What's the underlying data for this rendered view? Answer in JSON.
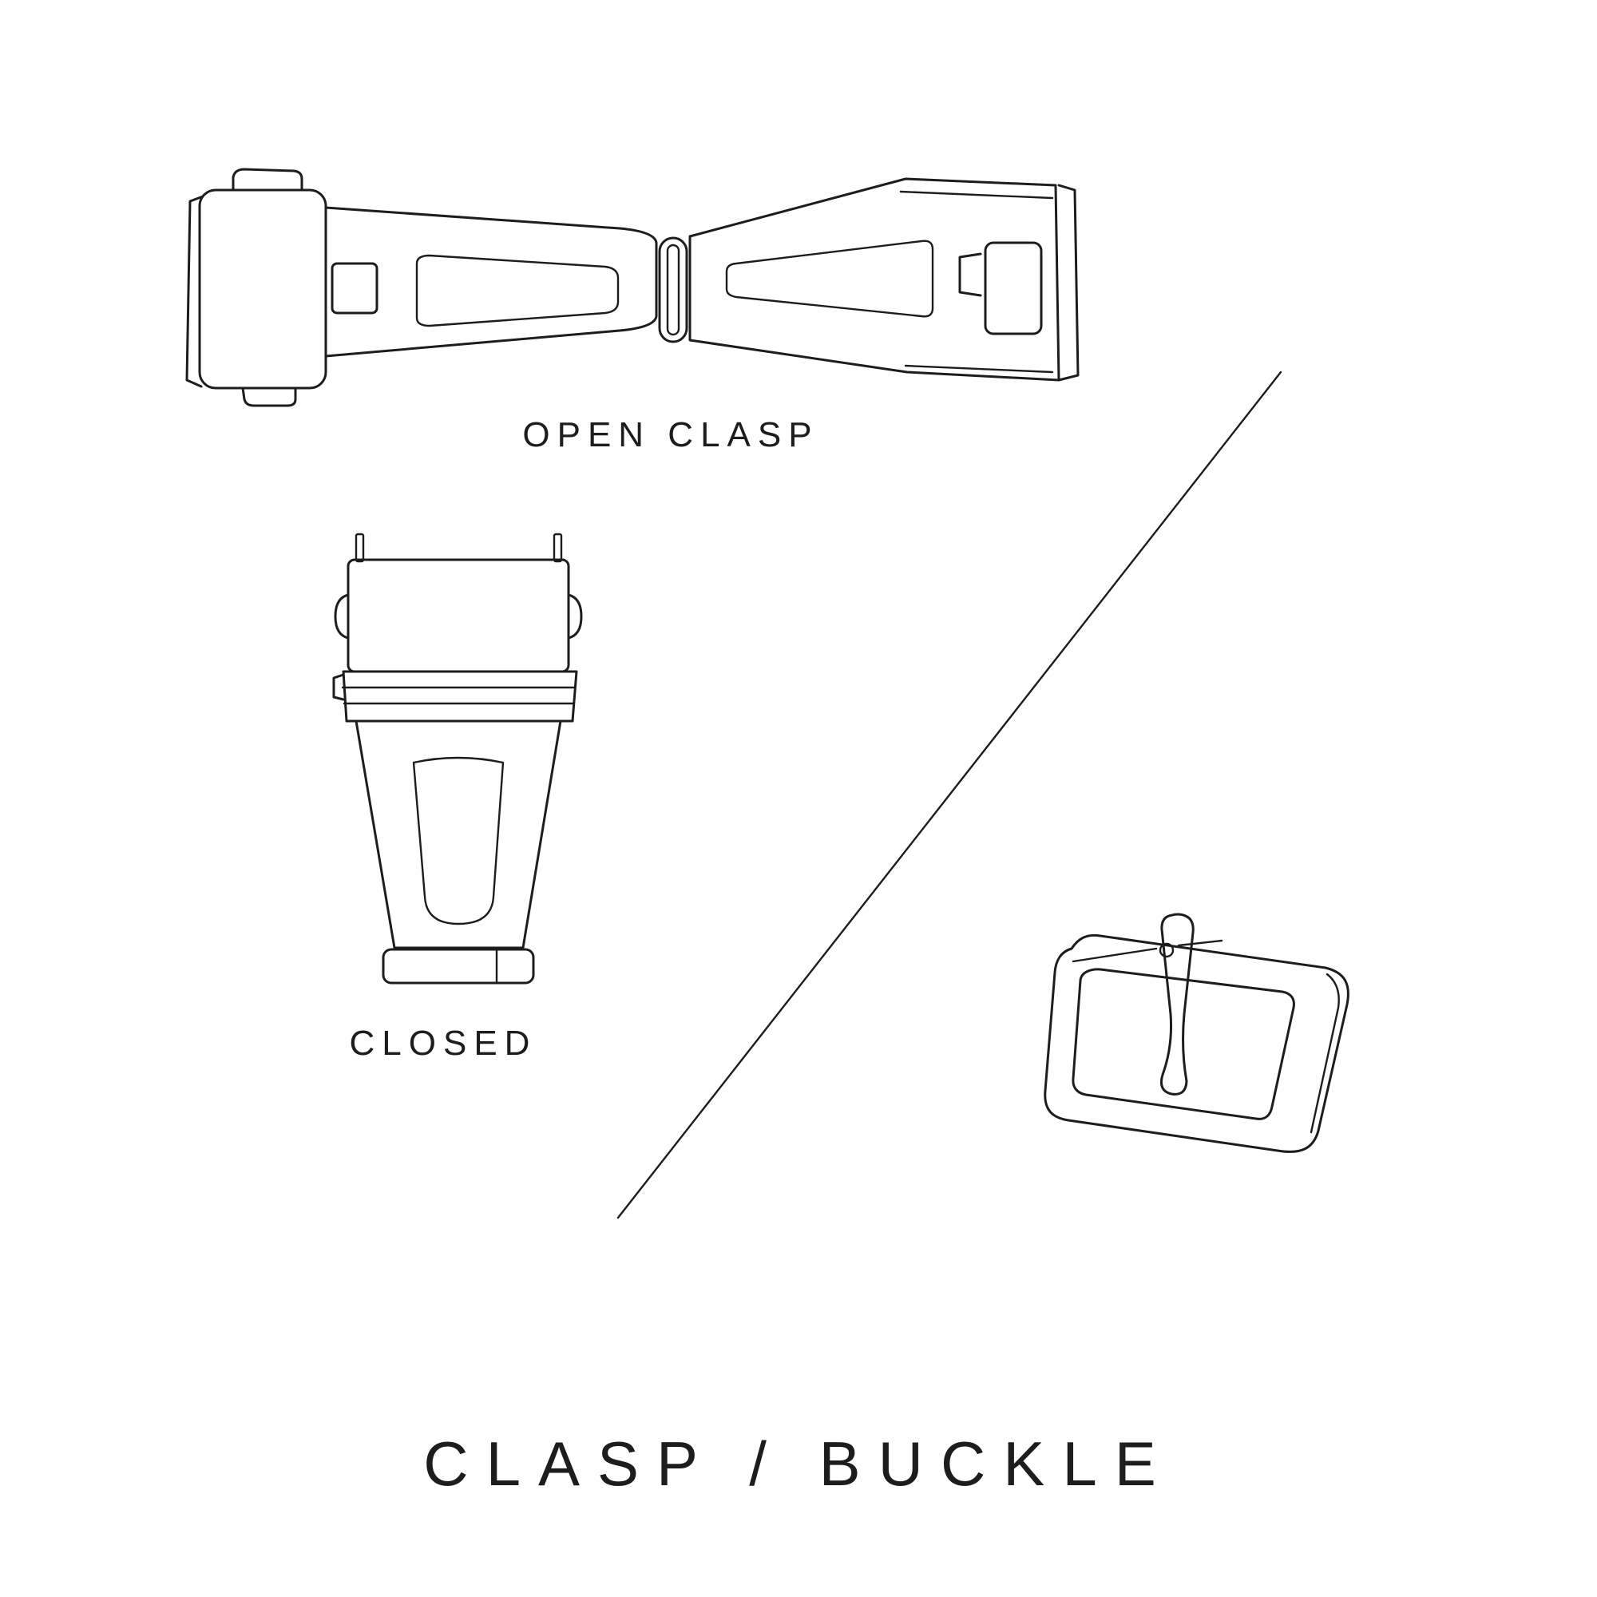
{
  "theme": {
    "background": "#ffffff",
    "line_color": "#1d1d1d",
    "text_color": "#1d1d1d"
  },
  "title": "CLASP / BUCKLE",
  "figures": [
    {
      "id": "open-clasp",
      "label": "OPEN CLASP"
    },
    {
      "id": "closed-clasp",
      "label": "CLOSED"
    },
    {
      "id": "tang-buckle",
      "label": ""
    }
  ]
}
